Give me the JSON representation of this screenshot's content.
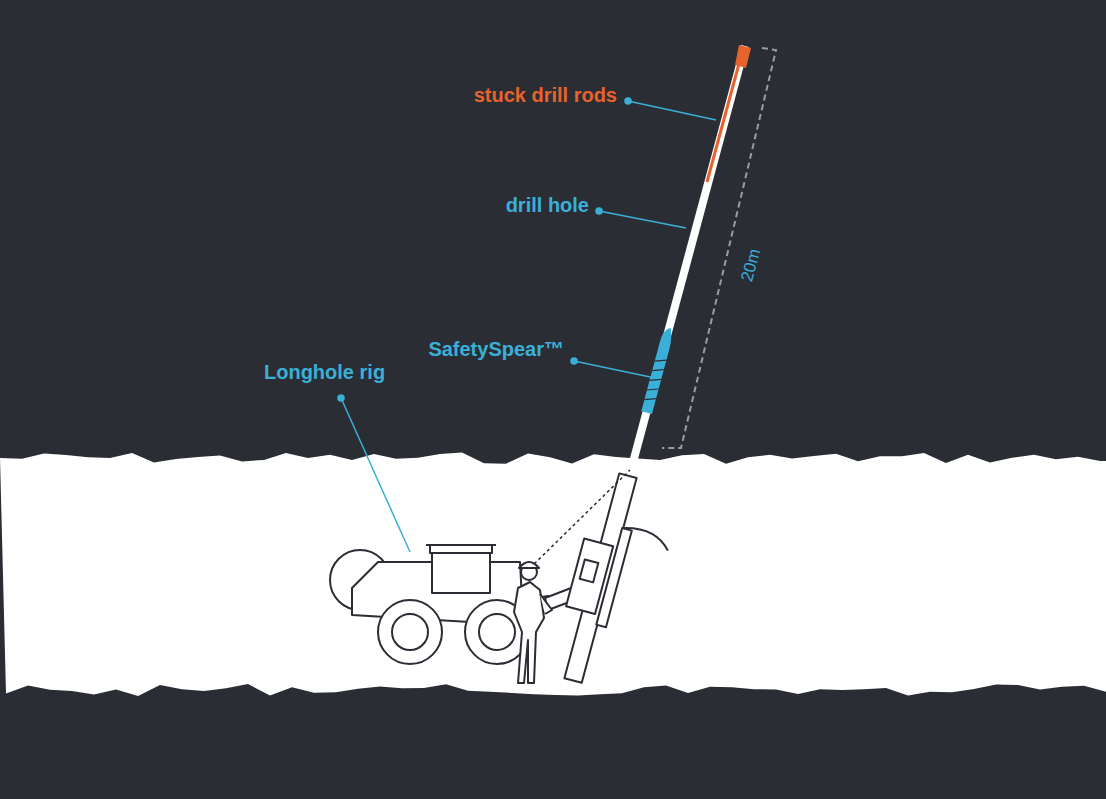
{
  "diagram": {
    "labels": [
      "stuck drill rods",
      "drill hole",
      "SafetySpear™",
      "Longhole rig",
      "20m"
    ]
  }
}
